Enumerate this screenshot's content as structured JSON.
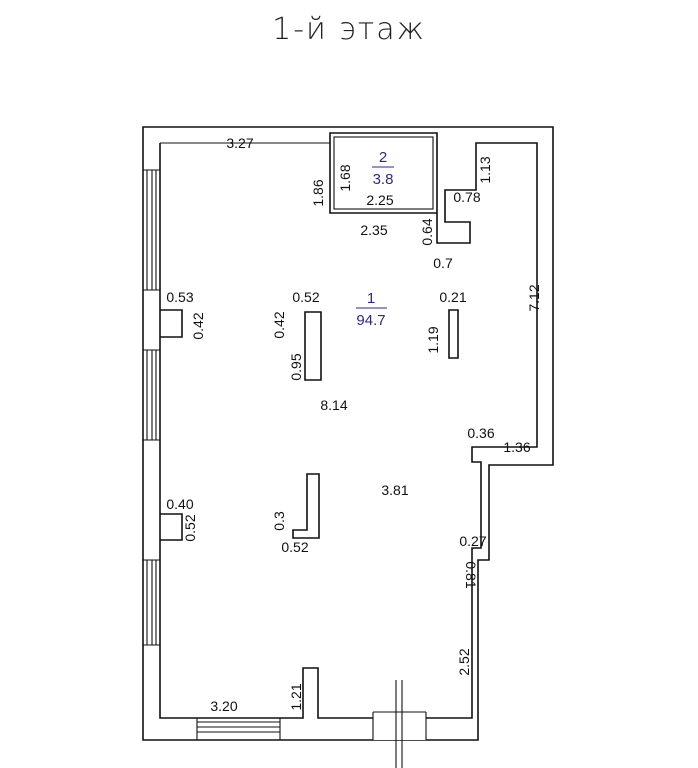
{
  "title": "1-й этаж",
  "rooms": [
    {
      "number": "1",
      "area": "94.7"
    },
    {
      "number": "2",
      "area": "3.8"
    }
  ],
  "dimensions": {
    "top_wall": "3.27",
    "wc_left_outer": "1.86",
    "wc_left_inner": "1.68",
    "wc_bottom_inner": "2.25",
    "wc_bottom_outer": "2.35",
    "right_notch_top": "1.13",
    "right_notch_width": "0.78",
    "small_step_h": "0.64",
    "small_step_w": "0.7",
    "right_wall": "7.12",
    "left_niche_w1": "0.53",
    "left_niche_h1": "0.42",
    "column1_w": "0.52",
    "column1_h1": "0.42",
    "column1_h2": "0.95",
    "column2_w": "0.21",
    "column2_h": "1.19",
    "hall_length": "8.14",
    "step_corner_w": "0.36",
    "step_corner_len": "1.36",
    "mid_width": "3.81",
    "left_niche_w2": "0.40",
    "left_niche_h2": "0.52",
    "column3_h": "0.3",
    "column3_w": "0.52",
    "right_jog_w": "0.27",
    "right_jog_h": "0.81",
    "right_lower_wall": "2.52",
    "bottom_wall": "3.20",
    "bottom_stub": "1.21"
  }
}
